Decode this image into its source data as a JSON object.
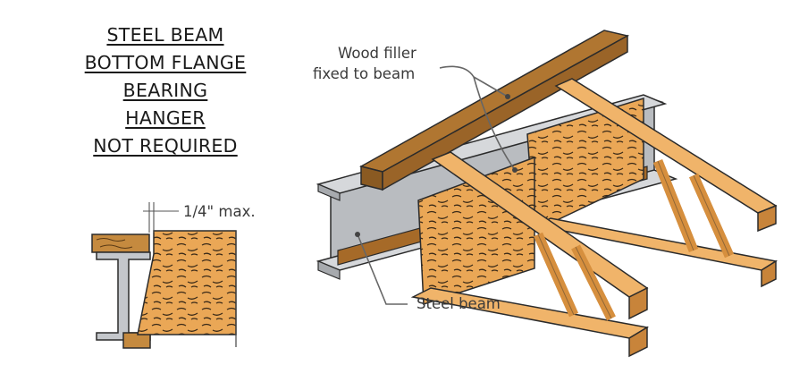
{
  "title_lines": [
    "STEEL BEAM",
    "BOTTOM FLANGE",
    "BEARING",
    "HANGER",
    "NOT REQUIRED"
  ],
  "labels": {
    "gap": "1/4\" max.",
    "wood_filler_line1": "Wood filler",
    "wood_filler_line2": "fixed to beam",
    "steel_beam": "Steel beam"
  },
  "colors": {
    "steel": "#b9bcc0",
    "wood": "#e9a24f",
    "wood_dark": "#8a5a22",
    "outline": "#2b2b2b"
  }
}
